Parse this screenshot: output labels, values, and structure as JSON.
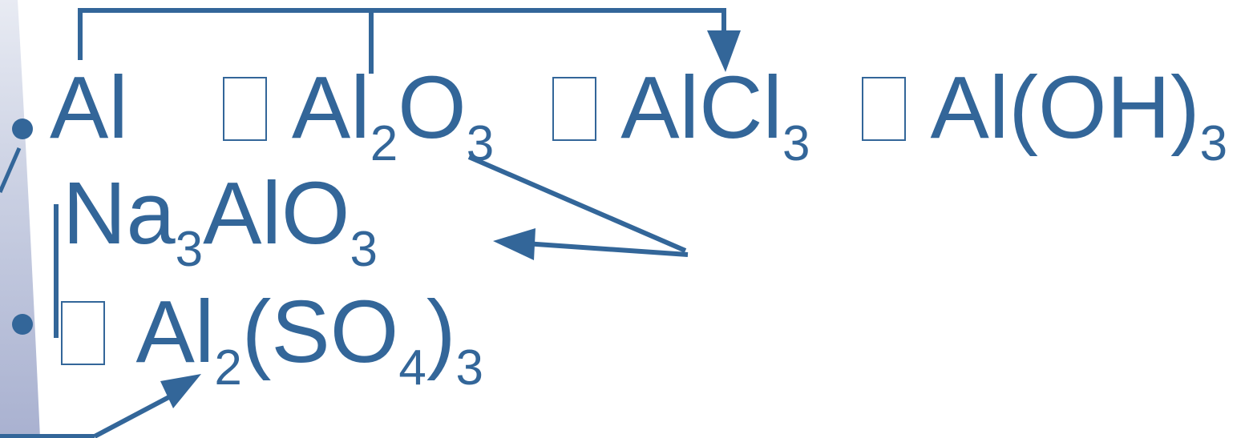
{
  "line1": {
    "al": "Al",
    "al2o3_base": "Al",
    "al2o3_sub1": "2",
    "al2o3_o": "O",
    "al2o3_sub2": "3",
    "alcl3_base": "AlCl",
    "alcl3_sub": "3",
    "aloh3_base": "Al(OH)",
    "aloh3_sub": "3"
  },
  "line2": {
    "na": "Na",
    "na_sub": "3",
    "alo": "AlO",
    "alo_sub": "3"
  },
  "line3": {
    "al": "Al",
    "al_sub": "2",
    "so": "(SO",
    "so_sub": "4",
    "paren": ")",
    "paren_sub": "3"
  },
  "colors": {
    "text": "#336699",
    "arrow": "#336699",
    "side_band": "#c9cfe2"
  }
}
